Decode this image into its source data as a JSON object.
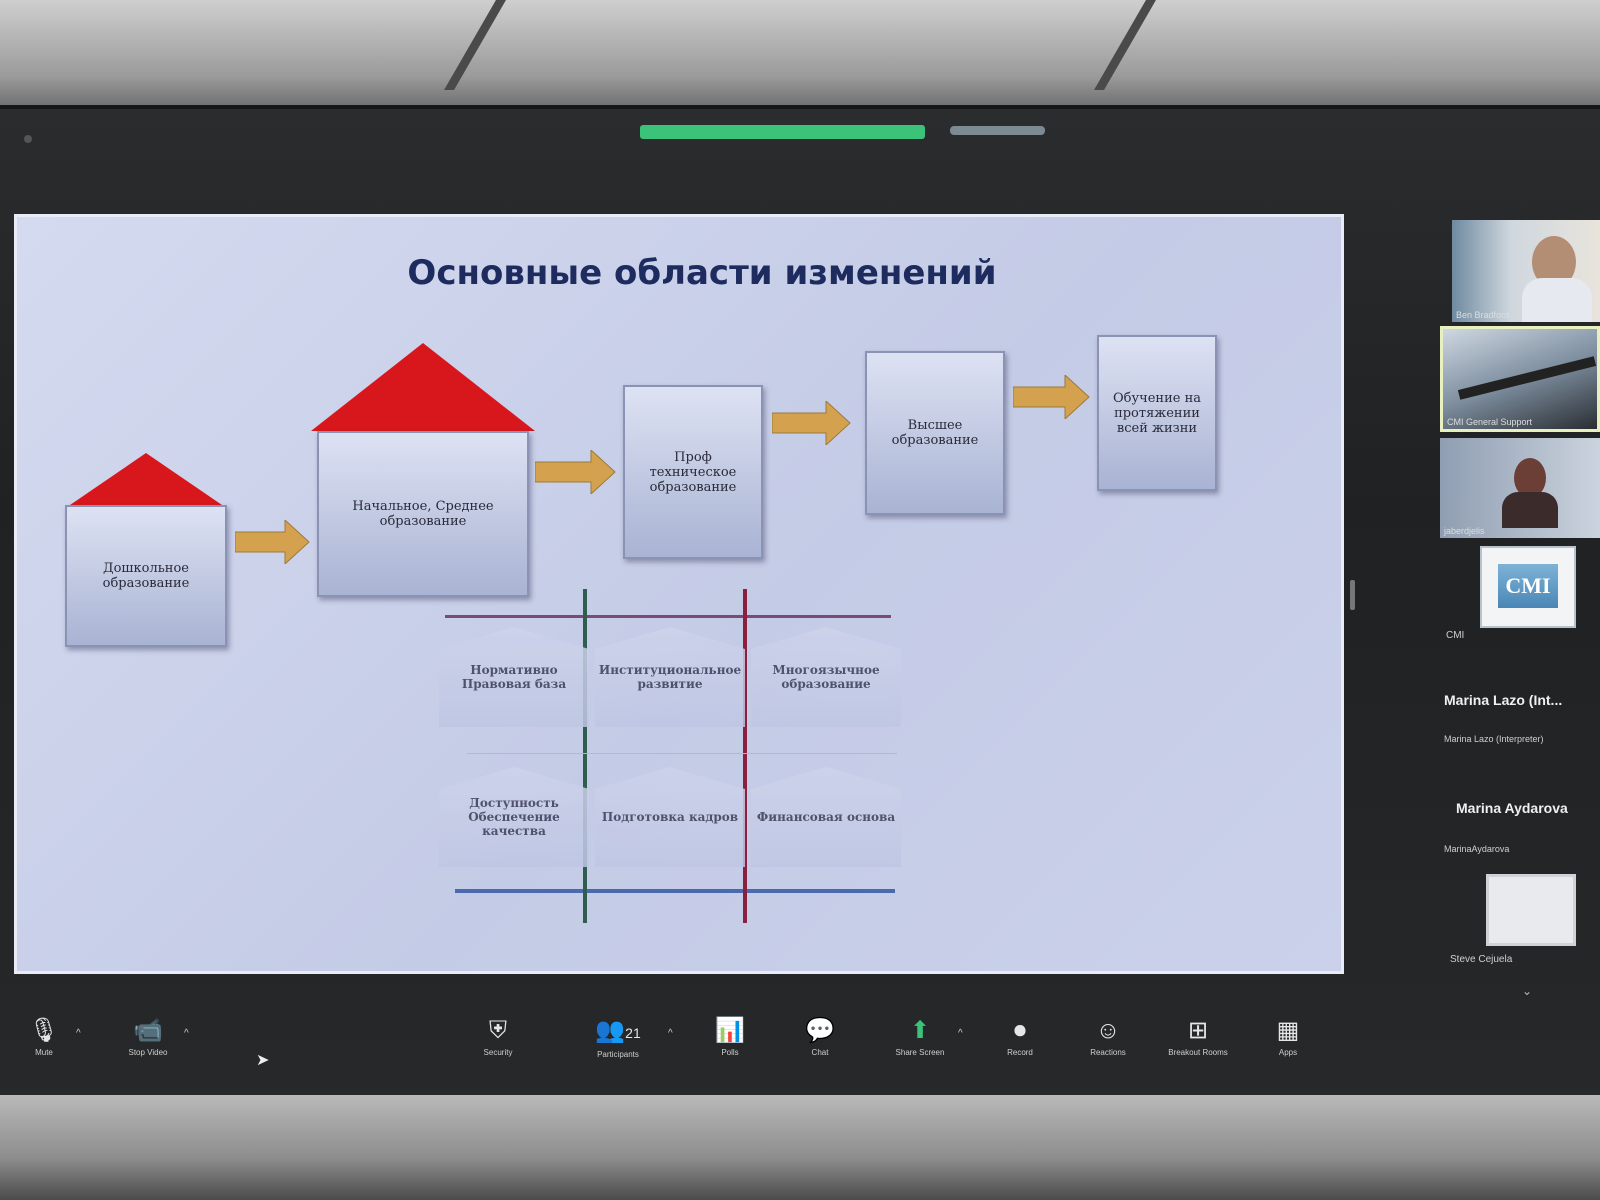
{
  "slide": {
    "title": "Основные области изменений",
    "stages": [
      {
        "label": "Дошкольное образование"
      },
      {
        "label": "Начальное, Среднее образование"
      },
      {
        "label": "Проф техническое образование"
      },
      {
        "label": "Высшее образование"
      },
      {
        "label": "Обучение на протяжении всей жизни"
      }
    ],
    "matrix": [
      "Нормативно Правовая база",
      "Институциональное развитие",
      "Многоязычное образование",
      "Доступность Обеспечение качества",
      "Подготовка кадров",
      "Финансовая основа"
    ]
  },
  "participants": [
    {
      "name": "Ben Bradford"
    },
    {
      "name": "CMI General Support"
    },
    {
      "name": "jaberdjelis"
    },
    {
      "name": "CMI"
    },
    {
      "name": "Marina Lazo (Int...",
      "sub": "Marina Lazo (Interpreter)"
    },
    {
      "name": "Marina Aydarova",
      "sub": "MarinaAydarova"
    },
    {
      "name": "Steve Cejuela"
    }
  ],
  "toolbar": {
    "mute": "Mute",
    "stop_video": "Stop Video",
    "security": "Security",
    "participants": "Participants",
    "participants_count": "21",
    "polls": "Polls",
    "chat": "Chat",
    "share_screen": "Share Screen",
    "record": "Record",
    "reactions": "Reactions",
    "breakout": "Breakout Rooms",
    "apps": "Apps"
  },
  "colors": {
    "roof": "#d8171c",
    "arrow": "#d4a24e",
    "share": "#3cc37a"
  }
}
